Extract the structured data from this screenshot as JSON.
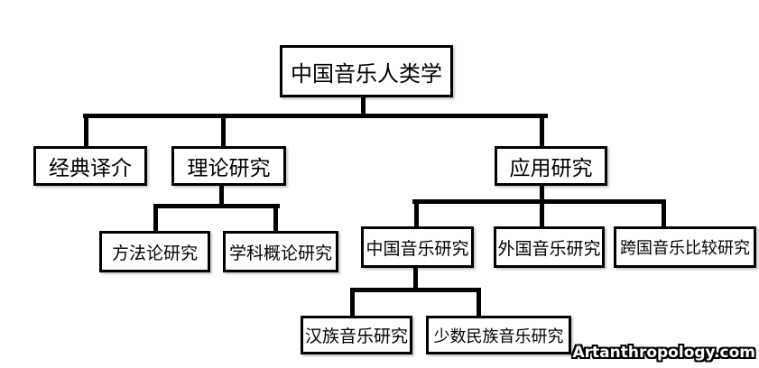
{
  "diagram": {
    "type": "tree-organization-chart",
    "nodes": {
      "root": {
        "label": "中国音乐人类学"
      },
      "classic_translation": {
        "label": "经典译介"
      },
      "theoretical_research": {
        "label": "理论研究"
      },
      "applied_research": {
        "label": "应用研究"
      },
      "methodology_research": {
        "label": "方法论研究"
      },
      "discipline_overview_research": {
        "label": "学科概论研究"
      },
      "chinese_music_research": {
        "label": "中国音乐研究"
      },
      "foreign_music_research": {
        "label": "外国音乐研究"
      },
      "transnational_music_comparison_research": {
        "label": "跨国音乐比较研究"
      },
      "han_music_research": {
        "label": "汉族音乐研究"
      },
      "minority_music_research": {
        "label": "少数民族音乐研究"
      }
    },
    "edges": [
      [
        "root",
        "classic_translation"
      ],
      [
        "root",
        "theoretical_research"
      ],
      [
        "root",
        "applied_research"
      ],
      [
        "theoretical_research",
        "methodology_research"
      ],
      [
        "theoretical_research",
        "discipline_overview_research"
      ],
      [
        "applied_research",
        "chinese_music_research"
      ],
      [
        "applied_research",
        "foreign_music_research"
      ],
      [
        "applied_research",
        "transnational_music_comparison_research"
      ],
      [
        "chinese_music_research",
        "han_music_research"
      ],
      [
        "chinese_music_research",
        "minority_music_research"
      ]
    ],
    "watermark": "Artanthropology.com",
    "colors": {
      "line": "#000000",
      "box_border": "#000000",
      "background": "#ffffff",
      "text": "#000000",
      "watermark_text": "#ffffff",
      "watermark_outline": "#000000"
    }
  }
}
